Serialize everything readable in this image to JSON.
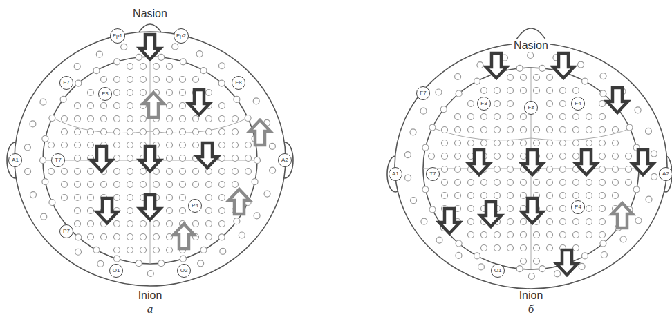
{
  "diagram": {
    "nodes": [
      {
        "text": [
          "Fp1"
        ]
      },
      {
        "text": [
          "Fp2"
        ]
      },
      {
        "text": [
          "F7"
        ]
      },
      {
        "text": [
          "F3"
        ]
      },
      {
        "text": [
          "F8"
        ]
      },
      {
        "text": [
          "A1"
        ]
      },
      {
        "text": [
          "T7"
        ]
      },
      {
        "text": [
          "A2"
        ]
      },
      {
        "text": [
          "P7"
        ]
      },
      {
        "text": [
          "P4"
        ]
      },
      {
        "text": [
          "O1"
        ]
      },
      {
        "text": [
          "O2"
        ]
      },
      {
        "text": [
          "F7"
        ]
      },
      {
        "text": [
          "F3"
        ]
      },
      {
        "text": [
          "Fz"
        ]
      },
      {
        "text": [
          "F4"
        ]
      },
      {
        "text": [
          "A1"
        ]
      },
      {
        "text": [
          "T7"
        ]
      },
      {
        "text": [
          "A2"
        ]
      },
      {
        "text": [
          "P4"
        ]
      },
      {
        "text": [
          "O1"
        ]
      }
    ],
    "labels": [
      "Nasion",
      "Nasion",
      "Inion",
      "Inion",
      "а",
      "б"
    ]
  }
}
